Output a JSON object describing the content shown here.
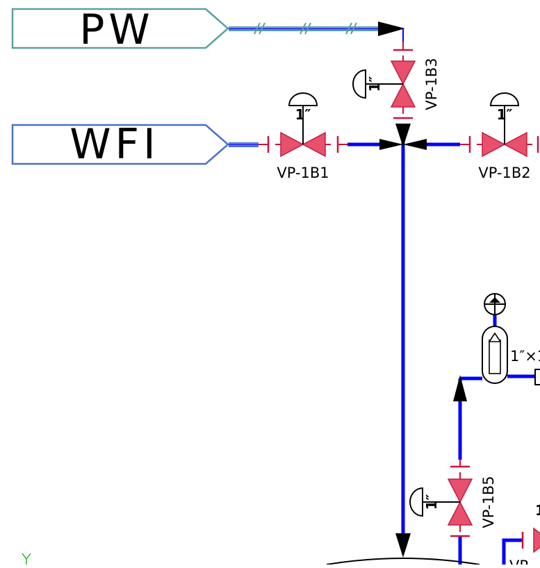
{
  "sources": {
    "pw": "PW",
    "wfi": "WFI"
  },
  "valves": {
    "b1": "VP-1B1",
    "b2": "VP-1B2",
    "b3": "VP-1B3",
    "b5": "VP-1B5",
    "partial": "VP"
  },
  "sizes": {
    "b1": "1″",
    "b2": "1″",
    "b3": "1″",
    "b5": "1″",
    "filter": "1″×1",
    "edge": "1"
  },
  "ucs": {
    "y_axis": "Y"
  },
  "colors": {
    "pw_line": "#5aa0a0",
    "wfi_line": "#4a6fd0",
    "pipe": "#0000ff",
    "valve_fill": "#e8506e",
    "valve_edge": "#c0203c",
    "flange": "#d0103a"
  }
}
